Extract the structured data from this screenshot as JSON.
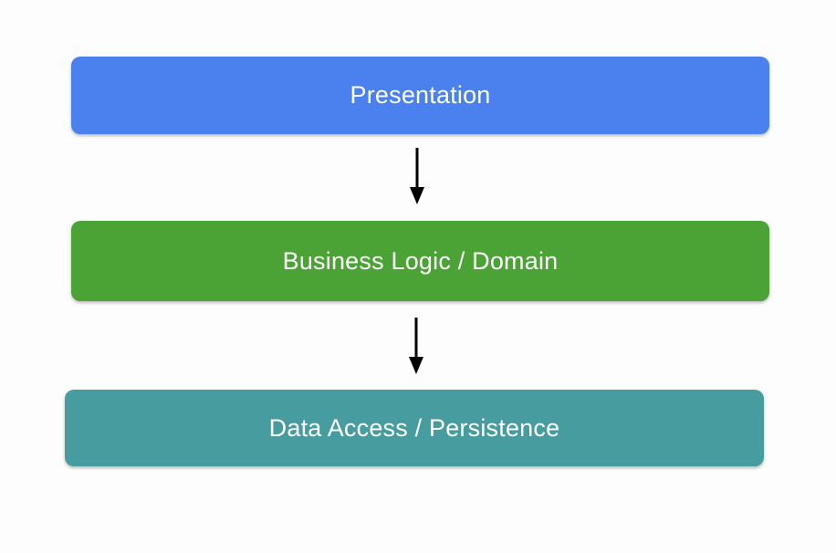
{
  "diagram": {
    "title": "Layered architecture diagram",
    "background_color": "#fdfdfd",
    "arrow_color": "#000000",
    "text_color": "#ffffff",
    "layers": [
      {
        "label": "Presentation",
        "color": "#4a81ee"
      },
      {
        "label": "Business Logic / Domain",
        "color": "#4ba235"
      },
      {
        "label": "Data Access / Persistence",
        "color": "#469c9f"
      }
    ],
    "connections": [
      {
        "from": "Presentation",
        "to": "Business Logic / Domain",
        "type": "down-arrow"
      },
      {
        "from": "Business Logic / Domain",
        "to": "Data Access / Persistence",
        "type": "down-arrow"
      }
    ]
  }
}
